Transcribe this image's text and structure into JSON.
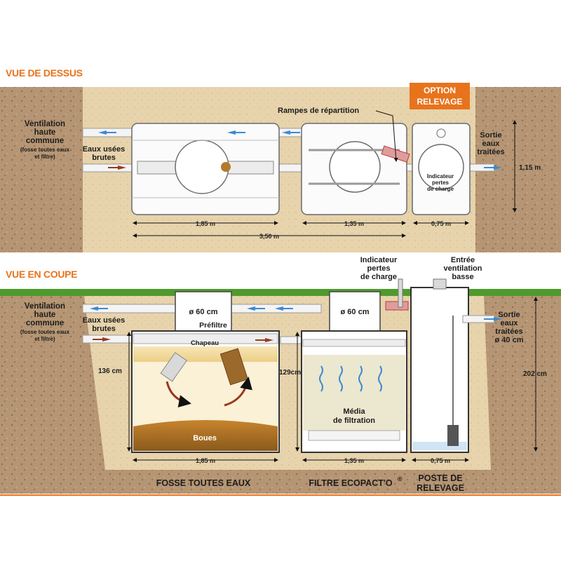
{
  "sections": {
    "top_view_title": "VUE DE DESSUS",
    "cross_section_title": "VUE EN COUPE"
  },
  "top_view": {
    "option_badge": [
      "OPTION",
      "RELEVAGE"
    ],
    "rampes": "Rampes de répartition",
    "ventilation": [
      "Ventilation",
      "haute",
      "commune",
      "(fosse toutes eaux",
      "et filtre)"
    ],
    "eaux_usees": [
      "Eaux usées",
      "brutes"
    ],
    "sortie": [
      "Sortie",
      "eaux",
      "traitées"
    ],
    "indicateur": [
      "Indicateur",
      "pertes",
      "de charge"
    ],
    "height": "1,15 m",
    "dim_fosse": "1,85 m",
    "dim_filtre": "1,35 m",
    "dim_poste": "0,75 m",
    "dim_total": "3,50 m"
  },
  "cross_section": {
    "ventilation": [
      "Ventilation",
      "haute",
      "commune",
      "(fosse toutes eaux",
      "et filtre)"
    ],
    "eaux_usees": [
      "Eaux usées",
      "brutes"
    ],
    "diam_fosse": "ø 60 cm",
    "diam_filtre": "ø 60 cm",
    "prefiltre": "Préfiltre",
    "chapeau": "Chapeau",
    "boues": "Boues",
    "media": [
      "Média",
      "de filtration"
    ],
    "indicateur": [
      "Indicateur",
      "pertes",
      "de charge"
    ],
    "entree": [
      "Entrée",
      "ventilation",
      "basse"
    ],
    "sortie": [
      "Sortie",
      "eaux",
      "traitées",
      "ø 40 cm"
    ],
    "height_fosse": "136 cm",
    "height_filtre": "129cm",
    "height_total": "202 cm",
    "dim_fosse": "1,85 m",
    "dim_filtre": "1,35 m",
    "dim_poste": "0,75 m"
  },
  "captions": {
    "fosse": "FOSSE TOUTES EAUX",
    "filtre": "FILTRE ECOPACT'O",
    "filtre_mark": "®",
    "poste": [
      "POSTE DE",
      "RELEVAGE"
    ]
  },
  "colors": {
    "accent": "#e8731c",
    "soil": "#b59573",
    "sand": "#e7d3ac",
    "grass": "#4f9a2c",
    "pipe_arrow": "#3d8ad1",
    "flow_arrow": "#9a3a1f"
  }
}
